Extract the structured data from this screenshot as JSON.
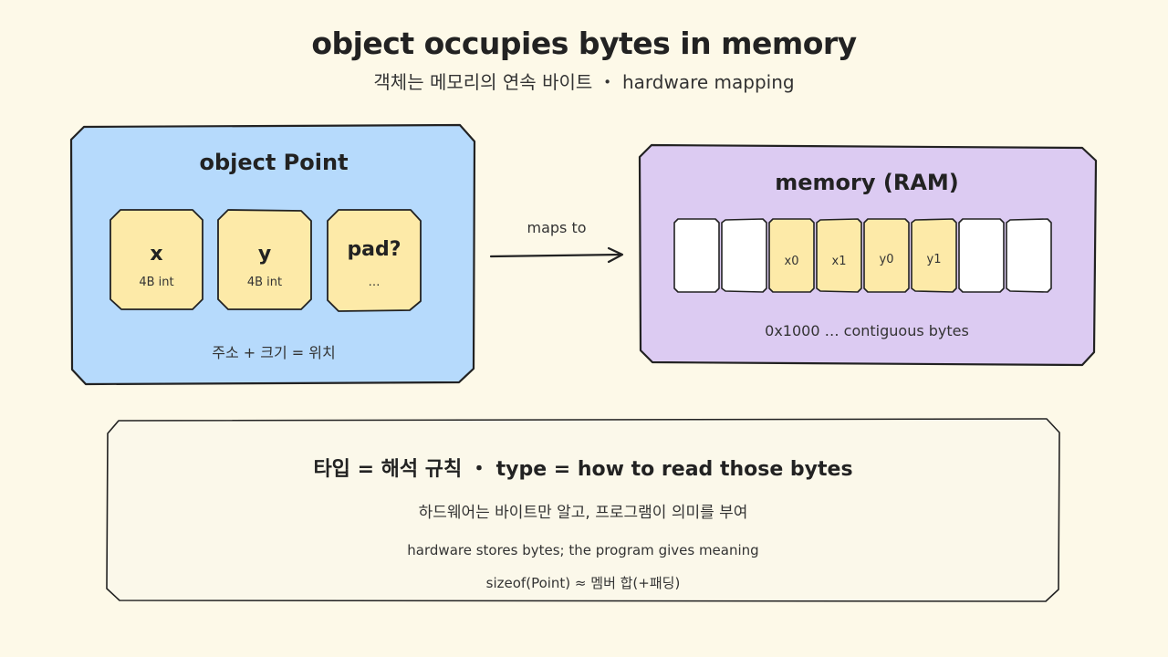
{
  "header": {
    "title": "object occupies bytes in memory",
    "subtitle": "객체는 메모리의 연속 바이트 ・ hardware mapping"
  },
  "object_box": {
    "title": "object Point",
    "fields": [
      {
        "name": "x",
        "desc": "4B int"
      },
      {
        "name": "y",
        "desc": "4B int"
      },
      {
        "name": "pad?",
        "desc": "…"
      }
    ],
    "caption": "주소 + 크기 = 위치",
    "color": "#b6dafc"
  },
  "arrow": {
    "label": "maps to"
  },
  "memory_box": {
    "title": "memory (RAM)",
    "cells": [
      "",
      "",
      "x0",
      "x1",
      "y0",
      "y1",
      "",
      ""
    ],
    "caption": "0x1000 … contiguous bytes",
    "color": "#dccbf2",
    "filled_color": "#fdeaa8",
    "empty_color": "#ffffff"
  },
  "bottom_box": {
    "title": "타입 = 해석 규칙 ・ type = how to read those bytes",
    "line1": "하드웨어는 바이트만 알고, 프로그램이 의미를 부여",
    "line2": "hardware stores bytes; the program gives meaning",
    "line3": "sizeof(Point) ≈ 멤버 합(+패딩)"
  }
}
